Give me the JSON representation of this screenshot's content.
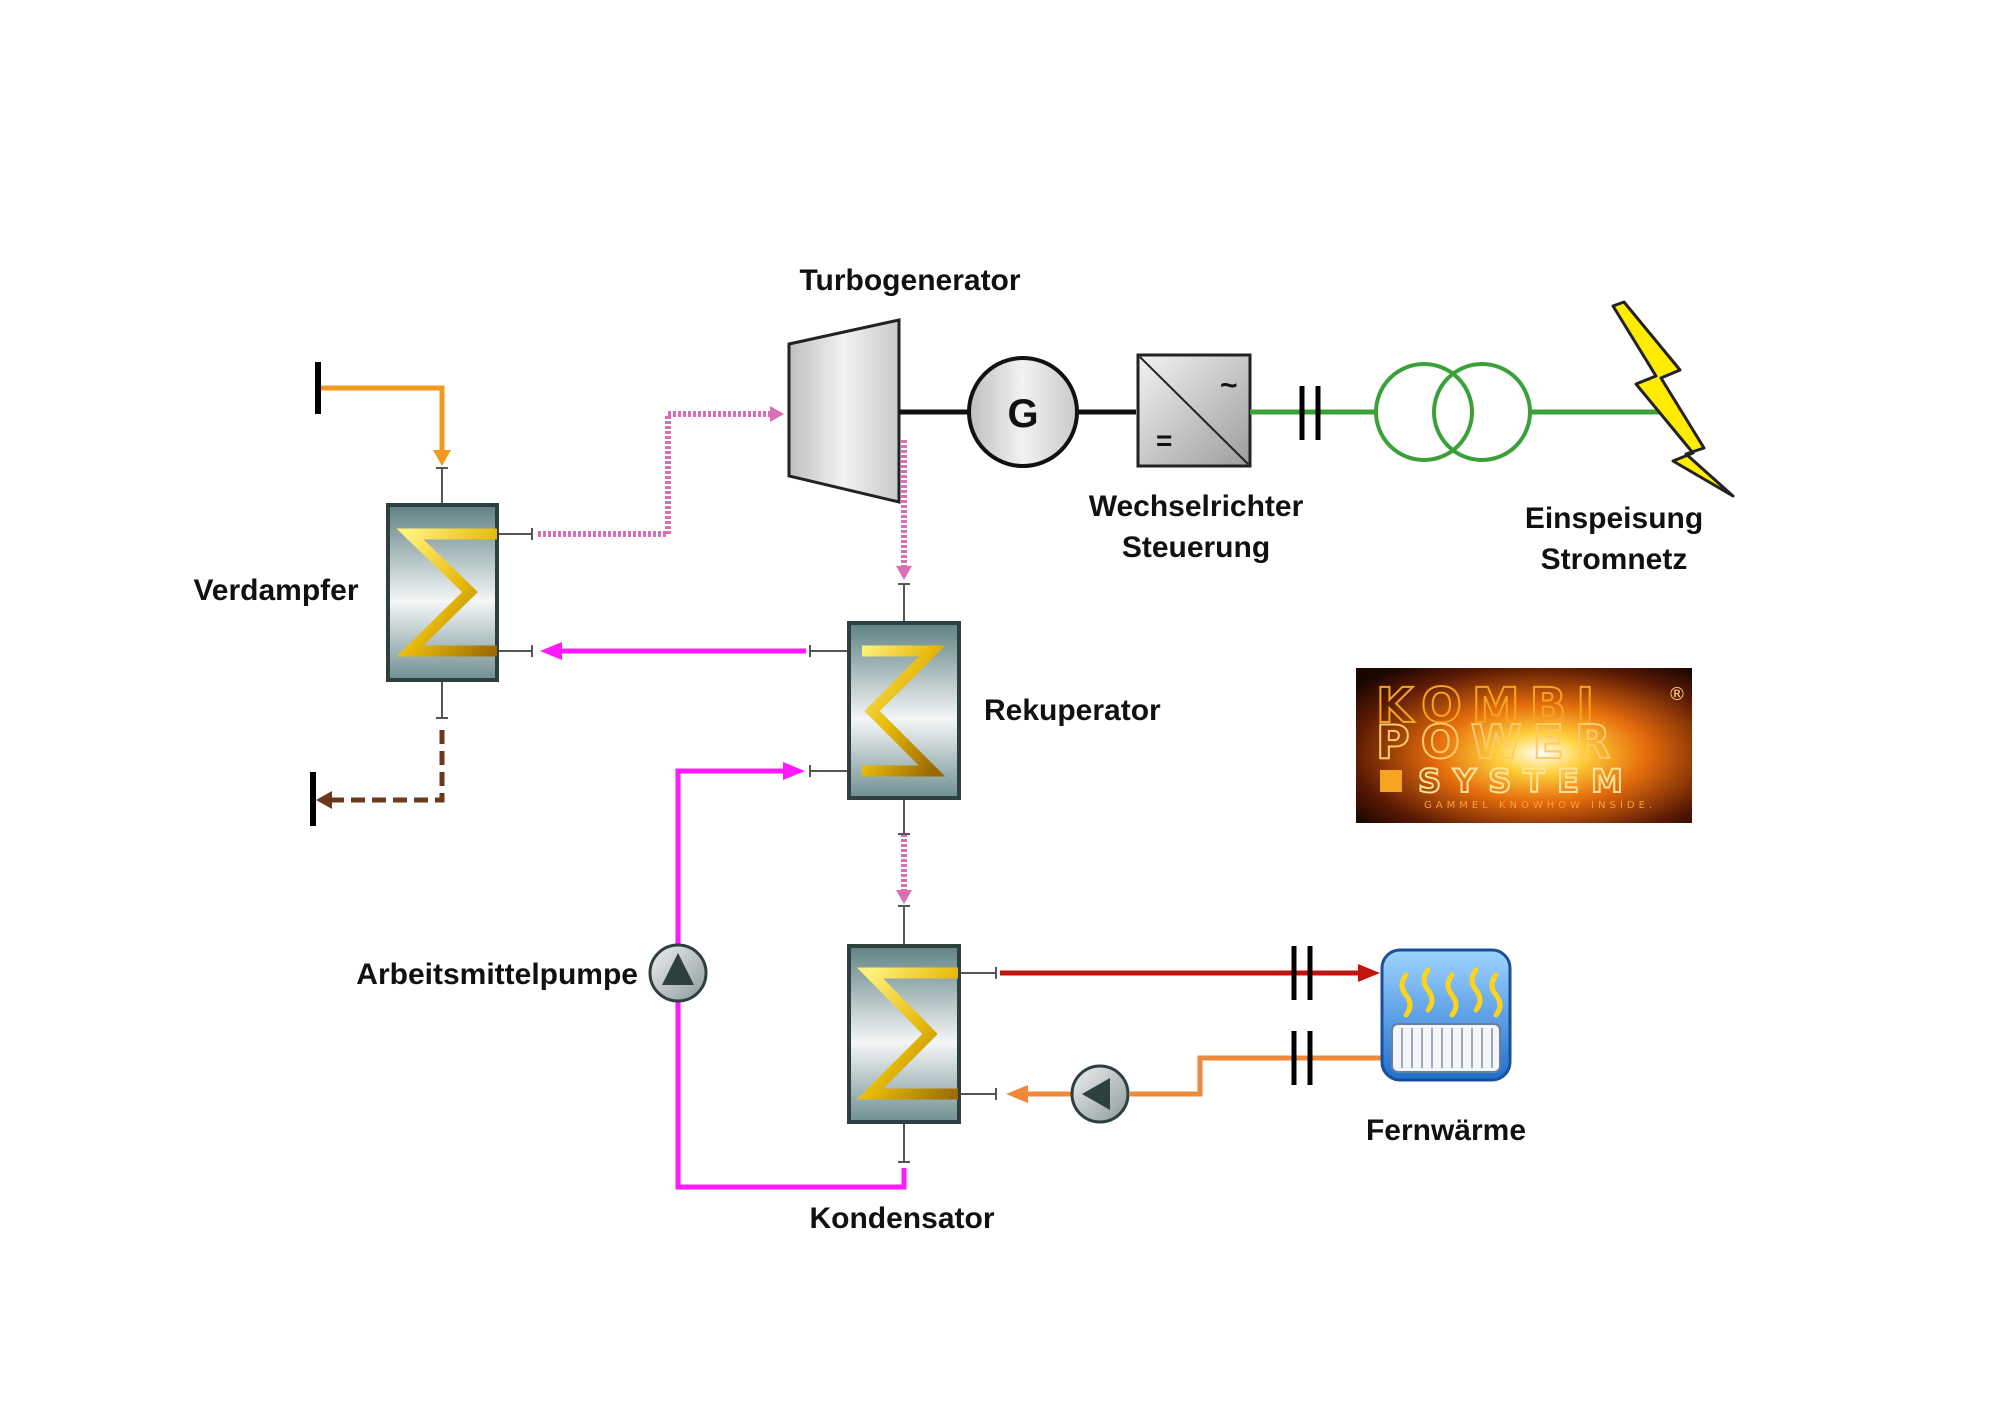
{
  "labels": {
    "turbogenerator": "Turbogenerator",
    "wechselrichter_line1": "Wechselrichter",
    "wechselrichter_line2": "Steuerung",
    "einspeisung_line1": "Einspeisung",
    "einspeisung_line2": "Stromnetz",
    "verdampfer": "Verdampfer",
    "rekuperator": "Rekuperator",
    "arbeitsmittelpumpe": "Arbeitsmittelpumpe",
    "kondensator": "Kondensator",
    "fernwaerme": "Fernwärme"
  },
  "symbols": {
    "generator": "G",
    "inverter_ac": "~",
    "inverter_dc": "="
  },
  "logo": {
    "line1": "KOMBI",
    "line2": "POWER",
    "line3": "SYSTEM",
    "registered": "®",
    "tagline": "GAMMEL KNOWHOW INSIDE."
  },
  "colors": {
    "heat_source": "#f39a1e",
    "exhaust": "#6b3a1e",
    "working_fluid": "#ff19ff",
    "vapor": "#d970b5",
    "electric": "#3aa03a",
    "heating_supply": "#c0140c",
    "heating_return": "#f0883a",
    "lightning": "#ffec00"
  }
}
